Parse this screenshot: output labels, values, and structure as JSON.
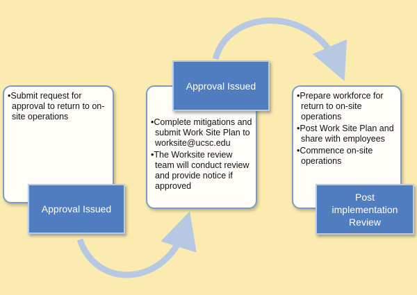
{
  "cards": {
    "left": {
      "items": [
        "Submit request for approval to return to on-site operations"
      ]
    },
    "middle": {
      "items": [
        "Complete mitigations and submit Work Site Plan to worksite@ucsc.edu",
        "The Worksite review team will conduct review and provide notice if approved"
      ]
    },
    "right": {
      "items": [
        "Prepare workforce for return to on-site operations",
        "Post Work Site Plan and share with employees",
        "Commence on-site operations"
      ]
    }
  },
  "tags": {
    "left": "Approval Issued",
    "middle": "Approval Issued",
    "right": "Post implementation Review"
  },
  "colors": {
    "background": "#FBEBB1",
    "tag_fill": "#4F7DBF",
    "arrow": "#B7C9E2"
  }
}
